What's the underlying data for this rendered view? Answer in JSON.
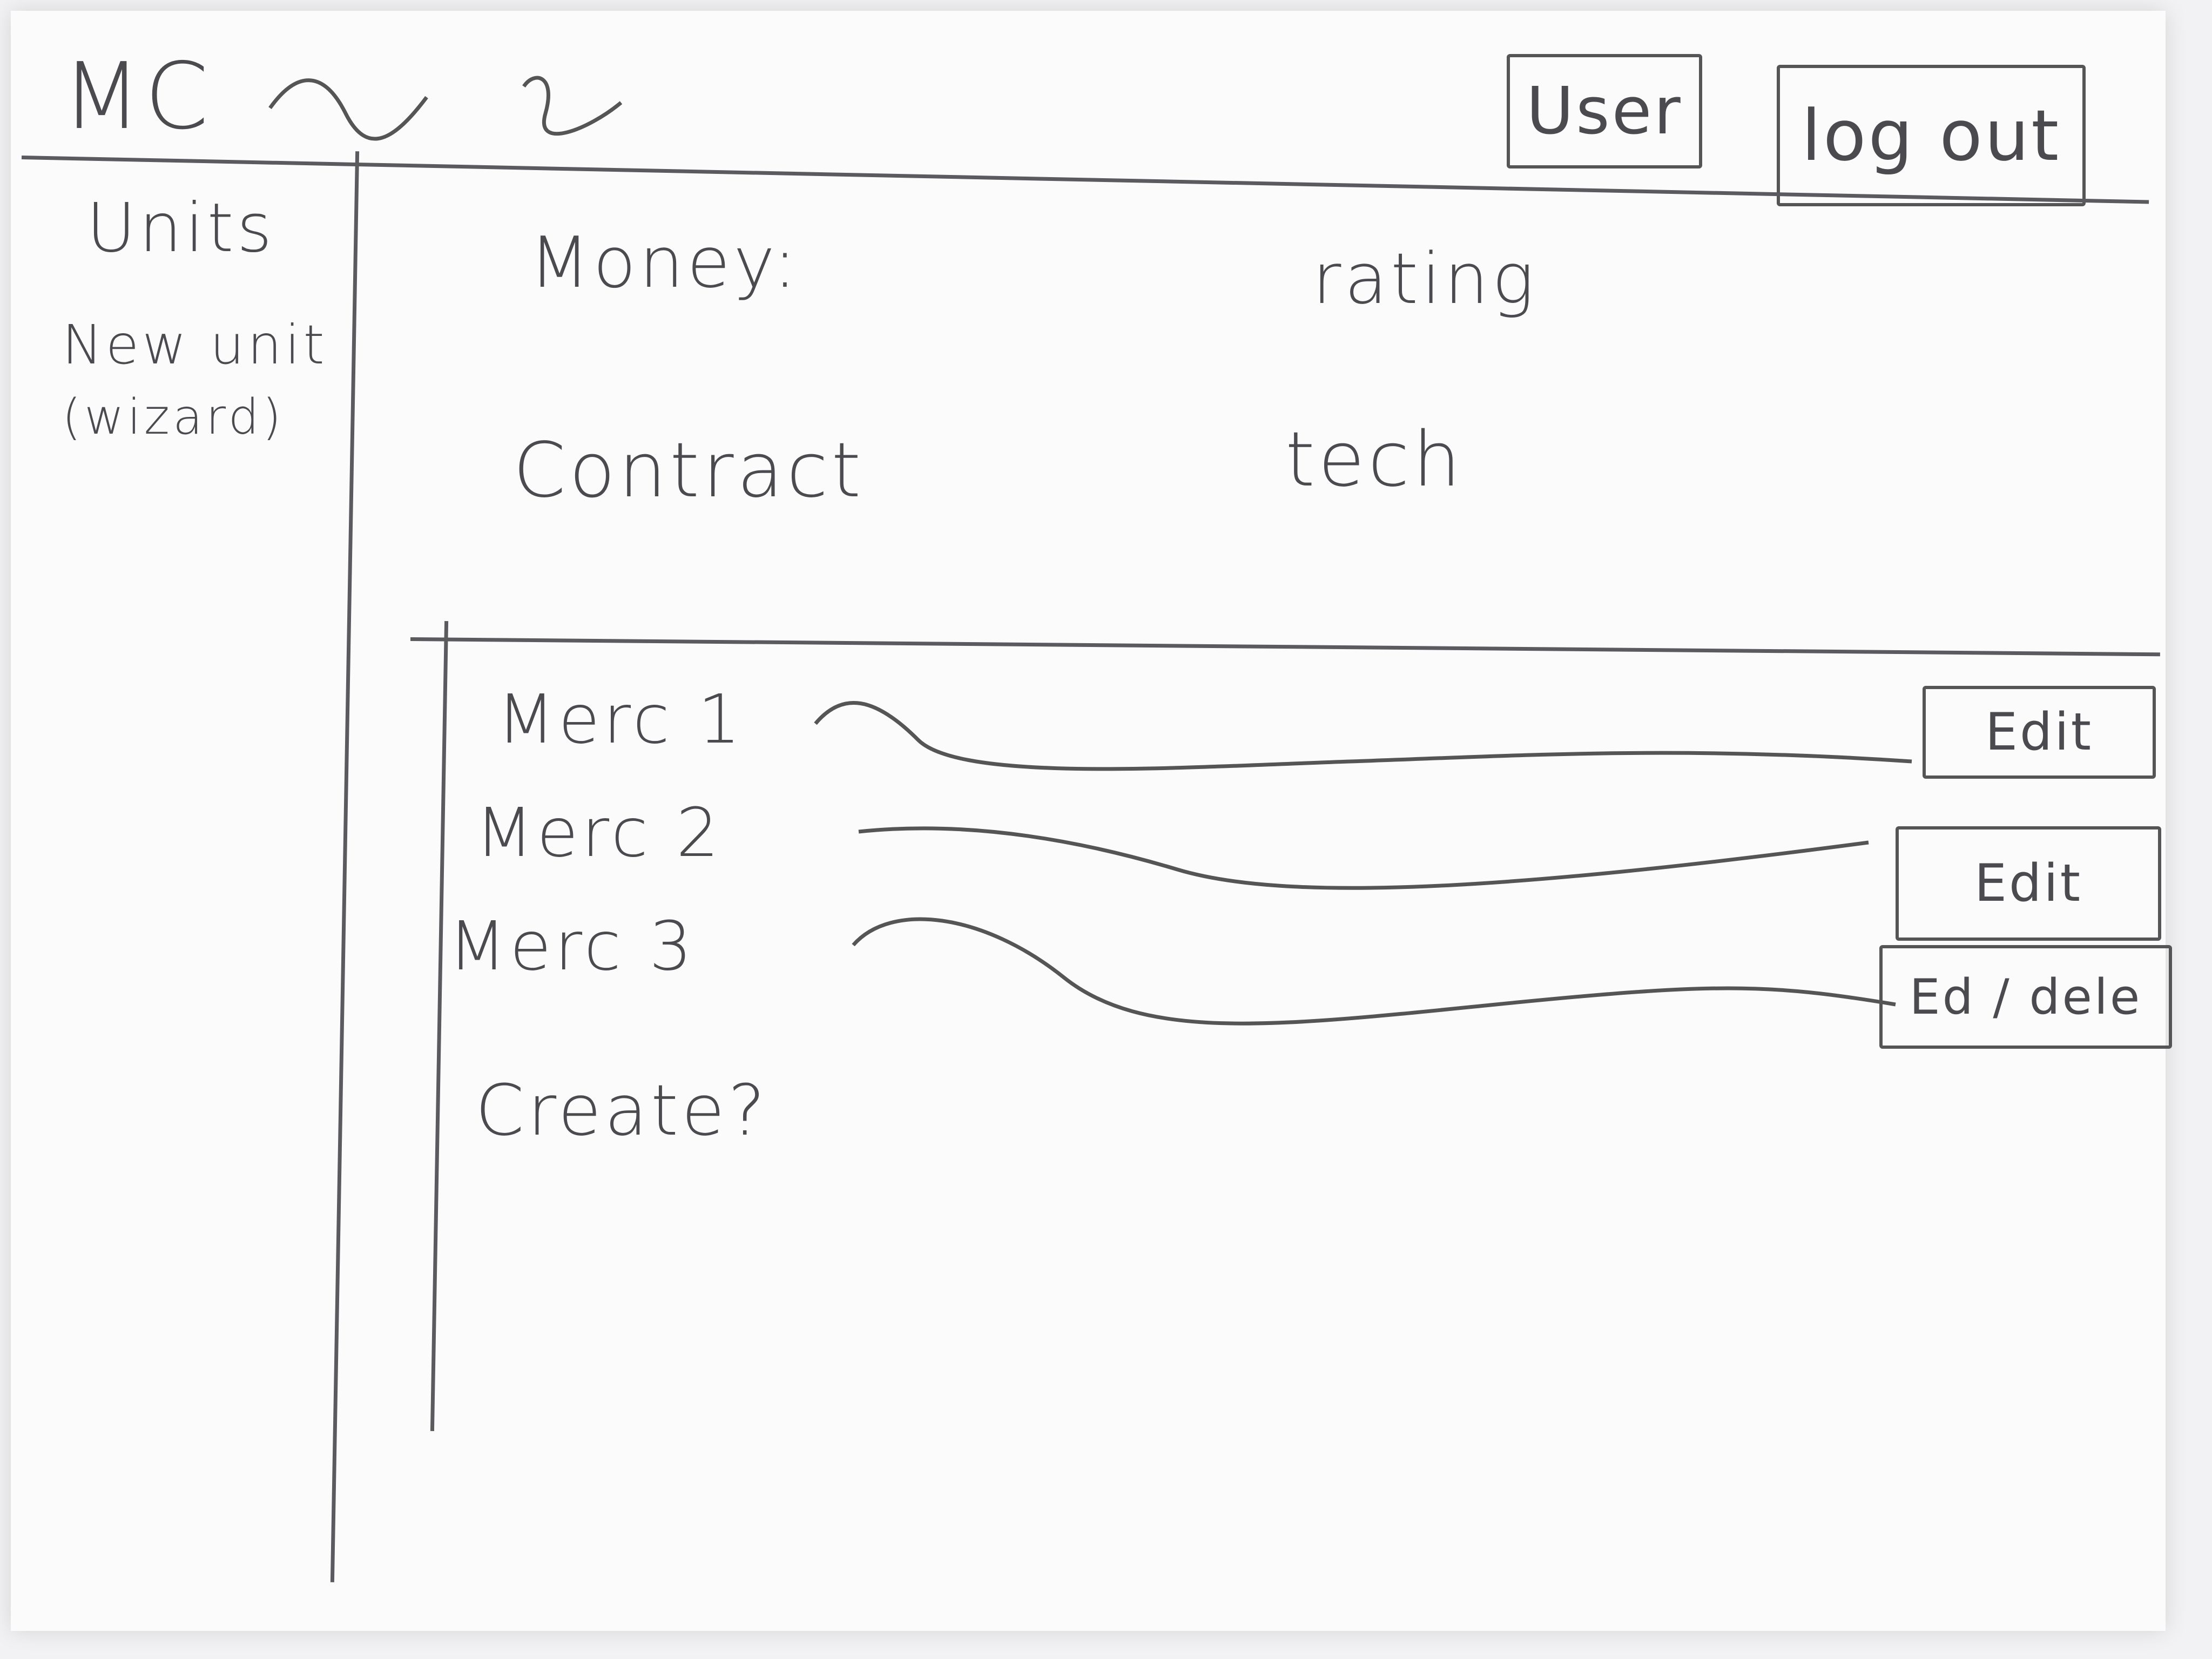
{
  "header": {
    "logo": "MC",
    "user_button": "User",
    "logout_button": "log out"
  },
  "sidebar": {
    "title": "Units",
    "new_unit": "New unit",
    "new_unit_note": "(wizard)"
  },
  "summary": {
    "money": "Money:",
    "rating": "rating",
    "contract": "Contract",
    "tech": "tech"
  },
  "mercs": [
    {
      "name": "Merc 1",
      "action": "Edit"
    },
    {
      "name": "Merc 2",
      "action": "Edit"
    },
    {
      "name": "Merc 3",
      "action": "Ed / dele"
    }
  ],
  "create": "Create?"
}
